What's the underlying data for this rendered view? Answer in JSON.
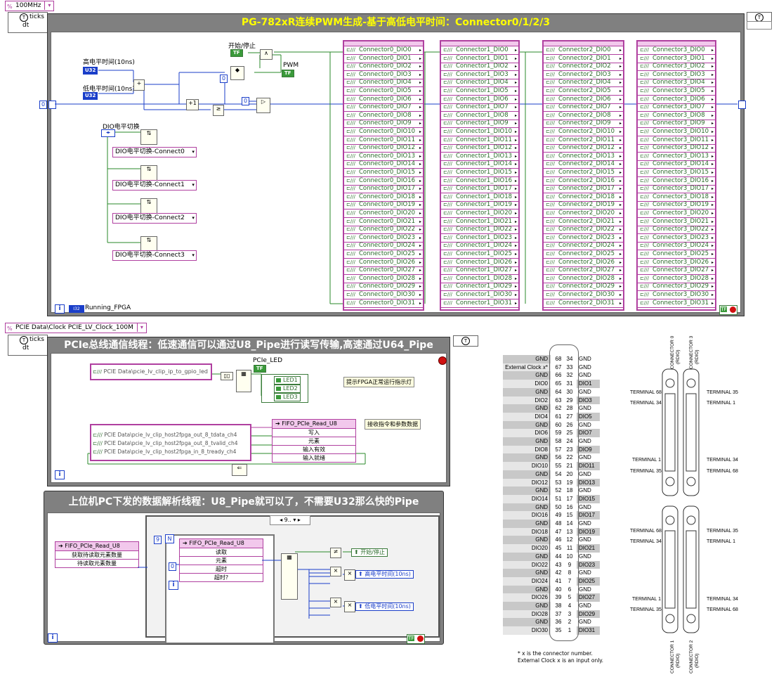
{
  "loop1": {
    "clock": "100MHz",
    "ticks_label": "ticks",
    "ticks_val": "dt",
    "title": "PG-782xR连续PWM生成-基于高低电平时间：Connector0/1/2/3",
    "high_label": "高电平时间(10ns)",
    "low_label": "低电平时间(10ns)",
    "high_type": "U32",
    "low_type": "U32",
    "start_label": "开始/停止",
    "tf": "TF",
    "pwm_label": "PWM",
    "const0a": "0",
    "const0b": "0",
    "const0c": "0",
    "dio_switch_label": "DIO电平切换",
    "rings": [
      "DIO电平切换-Connect0",
      "DIO电平切换-Connect1",
      "DIO电平切换-Connect2",
      "DIO电平切换-Connect3"
    ],
    "running_type": "I32",
    "running_label": "Running_FPGA",
    "iter": "i",
    "shift_left": "0",
    "dropdown_arrow": "▾"
  },
  "connectors": [
    {
      "prefix": "Connector0_DIO"
    },
    {
      "prefix": "Connector1_DIO"
    },
    {
      "prefix": "Connector2_DIO"
    },
    {
      "prefix": "Connector3_DIO"
    }
  ],
  "loop2": {
    "clock": "PCIE Data\\Clock PCIE_LV_Clock_100M",
    "ticks_label": "ticks",
    "ticks_val": "dt",
    "title": "PCIe总线通信线程：低速通信可以通过U8_Pipe进行读写传输,高速通过U64_Pipe",
    "gpio_node": "PCIE Data\\pcie_lv_clip_ip_to_gpio_led",
    "pcie_led_label": "PCIe_LED",
    "tf": "TF",
    "leds": [
      "LED1",
      "LED2",
      "LED3"
    ],
    "comment1": "提示FPGA正常运行指示灯",
    "fifo_name": "FIFO_PCIe_Read_U8",
    "fifo_rows": [
      "写入",
      "元素",
      "输入有效",
      "输入就绪"
    ],
    "comment2": "接收指令和参数数据",
    "host_nodes": [
      "PCIE Data\\pcie_lv_clip_host2fpga_out_8_tdata_ch4",
      "PCIE Data\\pcie_lv_clip_host2fpga_out_8_tvalid_ch4",
      "PCIE Data\\pcie_lv_clip_host2fpga_in_8_tready_ch4"
    ],
    "iter": "i"
  },
  "loop3": {
    "title": "上位机PC下发的数据解析线程：U8_Pipe就可以了，不需要U32那么快的Pipe",
    "fifo_name": "FIFO_PCIe_Read_U8",
    "fifo_rows_left": [
      "获取待读取元素数量",
      "待读取元素数量"
    ],
    "n_const": "9",
    "n_label": "N",
    "fifo_rows_inner": [
      "读取",
      "元素",
      "超时",
      "超时?"
    ],
    "timeout_const": "0",
    "case_label": "9..",
    "out_start": "开始/停止",
    "out_high": "高电平时间(10ns)",
    "out_low": "低电平时间(10ns)",
    "iter": "i",
    "iter_inner": "i"
  },
  "pinout": {
    "rows": [
      [
        "GND",
        "68",
        "34",
        "GND"
      ],
      [
        "External Clock x*",
        "67",
        "33",
        "GND"
      ],
      [
        "GND",
        "66",
        "32",
        "GND"
      ],
      [
        "DIO0",
        "65",
        "31",
        "DIO1"
      ],
      [
        "GND",
        "64",
        "30",
        "GND"
      ],
      [
        "DIO2",
        "63",
        "29",
        "DIO3"
      ],
      [
        "GND",
        "62",
        "28",
        "GND"
      ],
      [
        "DIO4",
        "61",
        "27",
        "DIO5"
      ],
      [
        "GND",
        "60",
        "26",
        "GND"
      ],
      [
        "DIO6",
        "59",
        "25",
        "DIO7"
      ],
      [
        "GND",
        "58",
        "24",
        "GND"
      ],
      [
        "DIO8",
        "57",
        "23",
        "DIO9"
      ],
      [
        "GND",
        "56",
        "22",
        "GND"
      ],
      [
        "DIO10",
        "55",
        "21",
        "DIO11"
      ],
      [
        "GND",
        "54",
        "20",
        "GND"
      ],
      [
        "DIO12",
        "53",
        "19",
        "DIO13"
      ],
      [
        "GND",
        "52",
        "18",
        "GND"
      ],
      [
        "DIO14",
        "51",
        "17",
        "DIO15"
      ],
      [
        "GND",
        "50",
        "16",
        "GND"
      ],
      [
        "DIO16",
        "49",
        "15",
        "DIO17"
      ],
      [
        "GND",
        "48",
        "14",
        "GND"
      ],
      [
        "DIO18",
        "47",
        "13",
        "DIO19"
      ],
      [
        "GND",
        "46",
        "12",
        "GND"
      ],
      [
        "DIO20",
        "45",
        "11",
        "DIO21"
      ],
      [
        "GND",
        "44",
        "10",
        "GND"
      ],
      [
        "DIO22",
        "43",
        "9",
        "DIO23"
      ],
      [
        "GND",
        "42",
        "8",
        "GND"
      ],
      [
        "DIO24",
        "41",
        "7",
        "DIO25"
      ],
      [
        "GND",
        "40",
        "6",
        "GND"
      ],
      [
        "DIO26",
        "39",
        "5",
        "DIO27"
      ],
      [
        "GND",
        "38",
        "4",
        "GND"
      ],
      [
        "DIO28",
        "37",
        "3",
        "DIO29"
      ],
      [
        "GND",
        "36",
        "2",
        "GND"
      ],
      [
        "DIO30",
        "35",
        "1",
        "DIO31"
      ]
    ],
    "foot1": "* x is the connector number.",
    "foot2": "External Clock x is an input only.",
    "terminals": {
      "t68": "TERMINAL 68",
      "t34": "TERMINAL 34",
      "t1": "TERMINAL 1",
      "t35": "TERMINAL 35"
    },
    "conn0": "CONNECTOR 0",
    "conn3": "CONNECTOR 3",
    "conn1": "CONNECTOR 1",
    "conn2": "CONNECTOR 2",
    "rdio": "(RDIO)"
  },
  "colors": {
    "frame": "#808080",
    "title_yellow": "#ffff00",
    "node_pink": "#b040a0",
    "wire_green": "#2a8a2a",
    "wire_blue": "#1a3ec9",
    "shade": "#c8c8c8"
  }
}
